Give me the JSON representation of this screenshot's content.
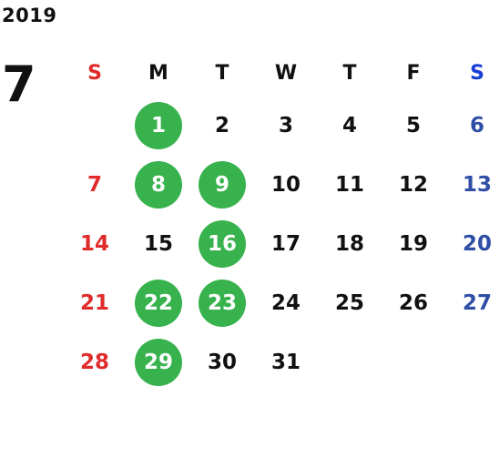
{
  "calendar": {
    "year": "2019",
    "month": "7",
    "weekdays": [
      "S",
      "M",
      "T",
      "W",
      "T",
      "F",
      "S"
    ],
    "weeks": [
      [
        "",
        "1",
        "2",
        "3",
        "4",
        "5",
        "6"
      ],
      [
        "7",
        "8",
        "9",
        "10",
        "11",
        "12",
        "13"
      ],
      [
        "14",
        "15",
        "16",
        "17",
        "18",
        "19",
        "20"
      ],
      [
        "21",
        "22",
        "23",
        "24",
        "25",
        "26",
        "27"
      ],
      [
        "28",
        "29",
        "30",
        "31",
        "",
        "",
        ""
      ]
    ],
    "highlighted_days": [
      "1",
      "8",
      "9",
      "16",
      "22",
      "23",
      "29"
    ],
    "colors": {
      "sunday": "#e02b2b",
      "saturday_header": "#1a3fd6",
      "saturday": "#2f4ea6",
      "weekday": "#111111",
      "highlight": "#37b24d",
      "highlight_text": "#ffffff"
    }
  }
}
